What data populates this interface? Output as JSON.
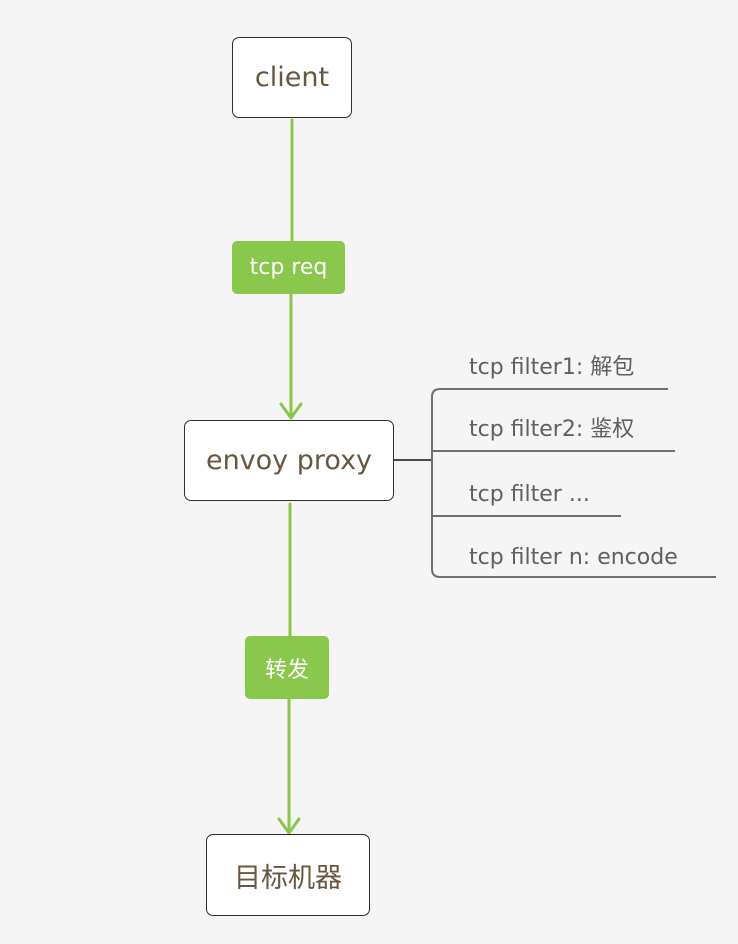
{
  "diagram": {
    "nodes": {
      "client": "client",
      "proxy": "envoy proxy",
      "target": "目标机器"
    },
    "edges": {
      "client_to_proxy": "tcp req",
      "proxy_to_target": "转发"
    },
    "filters": [
      "tcp filter1: 解包",
      "tcp filter2: 鉴权",
      "tcp filter ...",
      "tcp filter n: encode"
    ]
  },
  "colors": {
    "edge": "#8ac74d",
    "node_border": "#2f2f2f",
    "node_text": "#6a5640",
    "filter_text": "#5f5f5f",
    "filter_line": "#6f6f6f",
    "background": "#f5f5f5"
  }
}
